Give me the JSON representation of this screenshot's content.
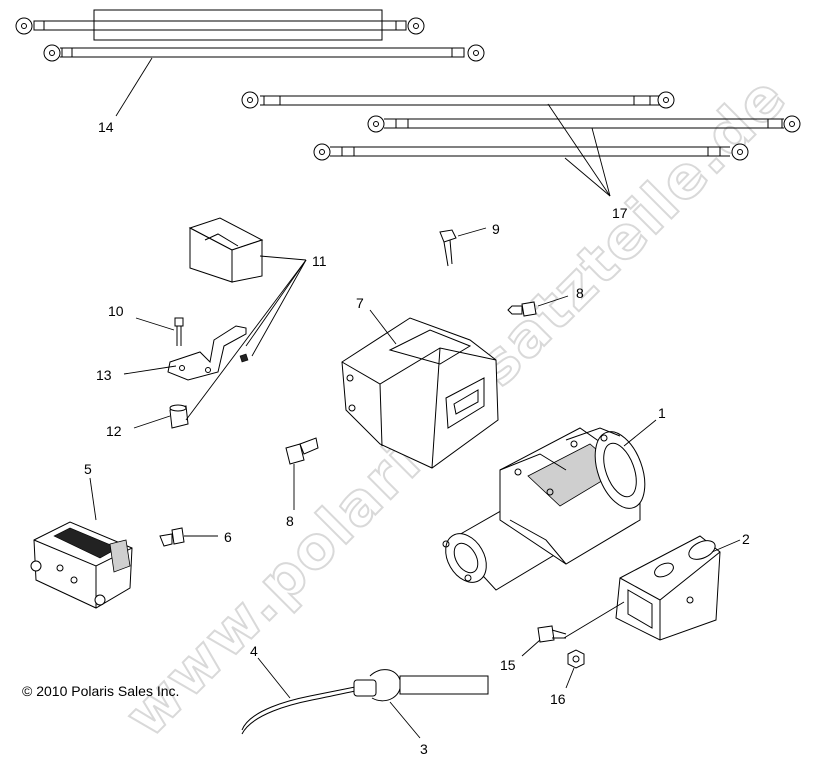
{
  "watermark": "www.polarisersatzteile.de",
  "copyright": "© 2010 Polaris Sales Inc.",
  "callouts": {
    "c1": "1",
    "c2": "2",
    "c3": "3",
    "c4": "4",
    "c5": "5",
    "c6": "6",
    "c7": "7",
    "c8a": "8",
    "c8b": "8",
    "c9": "9",
    "c10": "10",
    "c11": "11",
    "c12": "12",
    "c13": "13",
    "c14": "14",
    "c15": "15",
    "c16": "16",
    "c17": "17"
  }
}
